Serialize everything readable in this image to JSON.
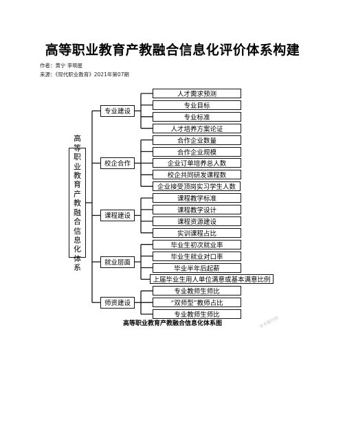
{
  "title": "高等职业教育产教融合信息化评价体系构建",
  "author_line": "作者：黄宁 李明星",
  "source_line": "来源：《现代职业教育》2021年第07期",
  "caption": "高等职业教育产教融合信息化体系图",
  "watermark": "学术期刊网",
  "diagram": {
    "root": "高等职业教育产教融合信息化体系",
    "categories": [
      {
        "label": "专业建设",
        "items": [
          "人才需求预测",
          "专业目标",
          "专业标准",
          "人才培养方案论证"
        ]
      },
      {
        "label": "校企合作",
        "items": [
          "合作企业数量",
          "合作企业规模",
          "企业订单培养总人数",
          "校企共同研发课程数",
          "企业接受顶岗实习学生人数"
        ]
      },
      {
        "label": "课程建设",
        "items": [
          "课程教学标准",
          "课程教学设计",
          "课程资源建设",
          "实训课程占比"
        ]
      },
      {
        "label": "就业层面",
        "items": [
          "毕业生初次就业率",
          "毕业生就业对口率",
          "毕业半年后起薪",
          "上届毕业生用人单位满意或基本满意比例"
        ]
      },
      {
        "label": "师资建设",
        "items": [
          "专业教师生师比",
          "“双师型”教师占比",
          "专业教师生师比"
        ]
      }
    ]
  }
}
